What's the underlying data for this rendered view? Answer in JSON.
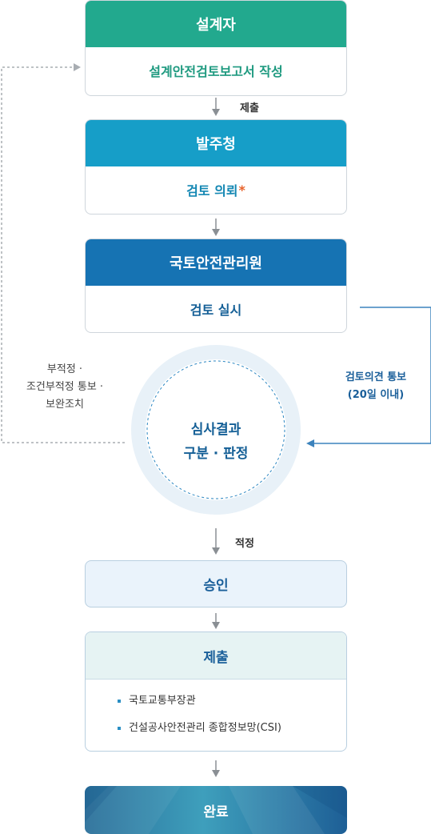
{
  "designer": {
    "title": "설계자",
    "task": "설계안전검토보고서 작성"
  },
  "step_submit": "제출",
  "client": {
    "title": "발주청",
    "task": "검토 의뢰",
    "mark": "*"
  },
  "agency": {
    "title": "국토안전관리원",
    "task": "검토 실시"
  },
  "feedback_left": {
    "line1": "부적정 ·",
    "line2": "조건부적정 통보 ·",
    "line3": "보완조치"
  },
  "feedback_right": {
    "line1": "검토의견 통보",
    "line2": "(20일 이내)"
  },
  "judgement": {
    "line1": "심사결과",
    "line2": "구분 · 판정"
  },
  "step_adequate": "적정",
  "approval": "승인",
  "submission": {
    "title": "제출",
    "items": [
      "국토교통부장관",
      "건설공사안전관리 종합정보망(CSI)"
    ]
  },
  "complete": "완료",
  "colors": {
    "designer": "#22a98e",
    "client": "#169ec8",
    "agency": "#1673b3",
    "text_designer": "#1f9a80",
    "text_client": "#1387b3",
    "text_agency": "#145f96"
  }
}
